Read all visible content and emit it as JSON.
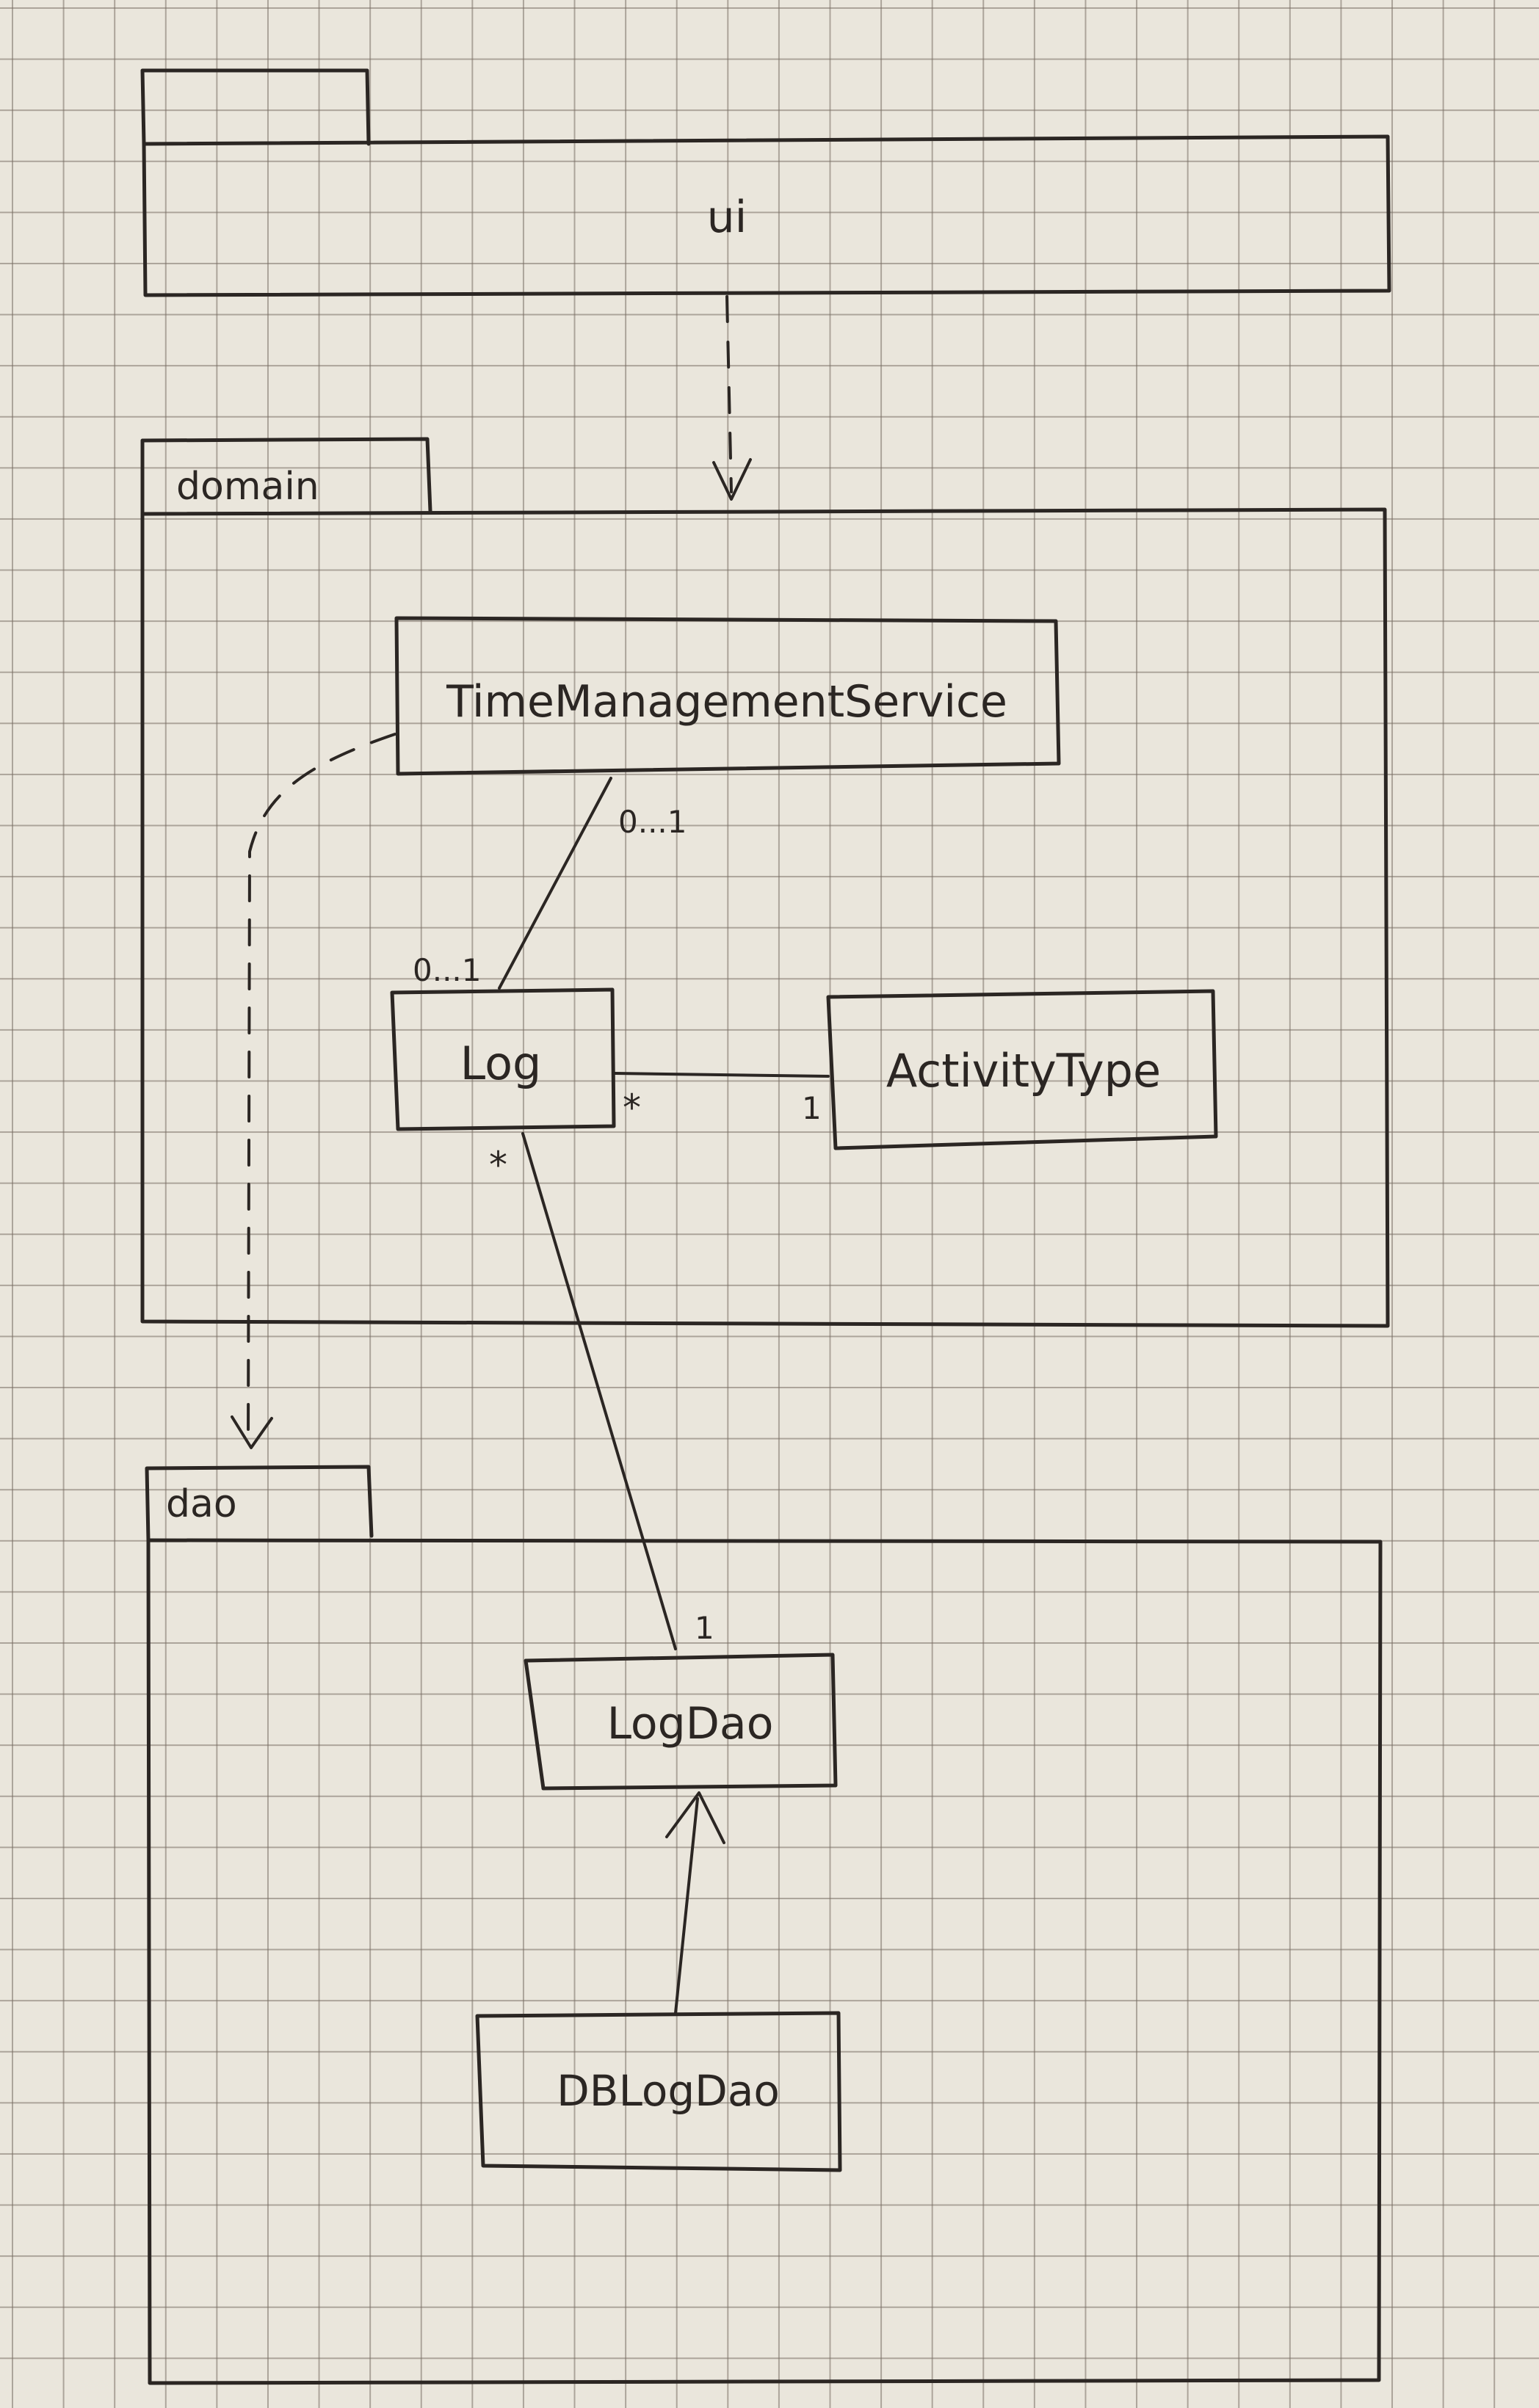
{
  "packages": {
    "ui": {
      "name": "ui"
    },
    "domain": {
      "name": "domain"
    },
    "dao": {
      "name": "dao"
    }
  },
  "classes": {
    "time_management_service": "TimeManagementService",
    "log": "Log",
    "activity_type": "ActivityType",
    "log_dao": "LogDao",
    "db_log_dao": "DBLogDao"
  },
  "multiplicities": {
    "service_to_log_service_end": "0...1",
    "service_to_log_log_end": "0...1",
    "log_to_activity_log_end": "*",
    "log_to_activity_activity_end": "1",
    "log_to_logdao_log_end": "*",
    "log_to_logdao_dao_end": "1"
  },
  "relationships": [
    {
      "type": "dependency",
      "from": "ui",
      "to": "domain"
    },
    {
      "type": "dependency",
      "from": "TimeManagementService",
      "to": "dao"
    },
    {
      "type": "association",
      "from": "TimeManagementService",
      "to": "Log"
    },
    {
      "type": "association",
      "from": "Log",
      "to": "ActivityType"
    },
    {
      "type": "association",
      "from": "Log",
      "to": "LogDao"
    },
    {
      "type": "realization",
      "from": "DBLogDao",
      "to": "LogDao"
    }
  ]
}
